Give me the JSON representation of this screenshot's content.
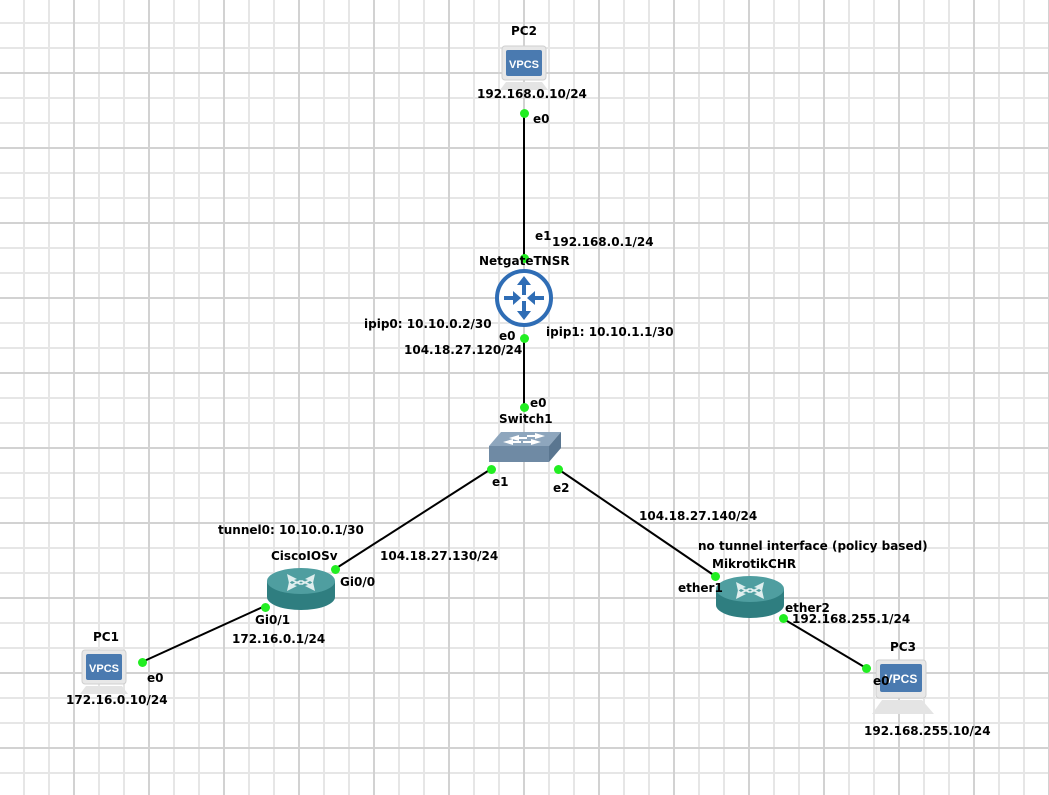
{
  "nodes": {
    "pc2": {
      "name": "PC2",
      "icon": "vpcs-icon",
      "screen_text": "VPCS",
      "ip": "192.168.0.10/24"
    },
    "netgate": {
      "name": "NetgateTNSR",
      "icon": "router-icon"
    },
    "switch1": {
      "name": "Switch1",
      "icon": "switch-icon"
    },
    "cisco": {
      "name": "CiscoIOSv",
      "icon": "router-icon"
    },
    "mikrotik": {
      "name": "MikrotikCHR",
      "icon": "router-icon",
      "note": "no tunnel interface (policy based)"
    },
    "pc1": {
      "name": "PC1",
      "icon": "vpcs-icon",
      "screen_text": "VPCS",
      "ip": "172.16.0.10/24"
    },
    "pc3": {
      "name": "PC3",
      "icon": "vpcs-icon",
      "screen_text": "VPCS",
      "ip": "192.168.255.10/24"
    }
  },
  "interfaces": {
    "pc2_e0": "e0",
    "netgate_e1": "e1",
    "netgate_e1_ip": "192.168.0.1/24",
    "netgate_e0": "e0",
    "netgate_e0_ip": "104.18.27.120/24",
    "netgate_ipip0": "ipip0: 10.10.0.2/30",
    "netgate_ipip1": "ipip1: 10.10.1.1/30",
    "switch_e0": "e0",
    "switch_e1": "e1",
    "switch_e2": "e2",
    "cisco_tunnel0": "tunnel0: 10.10.0.1/30",
    "cisco_gi00": "Gi0/0",
    "cisco_gi00_ip": "104.18.27.130/24",
    "cisco_gi01": "Gi0/1",
    "cisco_gi01_ip": "172.16.0.1/24",
    "pc1_e0": "e0",
    "mikrotik_ether1": "ether1",
    "mikrotik_ether1_ip": "104.18.27.140/24",
    "mikrotik_ether2": "ether2",
    "mikrotik_ether2_ip": "192.168.255.1/24",
    "pc3_e0": "e0"
  },
  "colors": {
    "link": "#000000",
    "port_up": "#22ee22",
    "router_teal": "#3a8a8c",
    "netgate_blue": "#2f6db5",
    "vpcs_screen": "#4a7ab0"
  }
}
